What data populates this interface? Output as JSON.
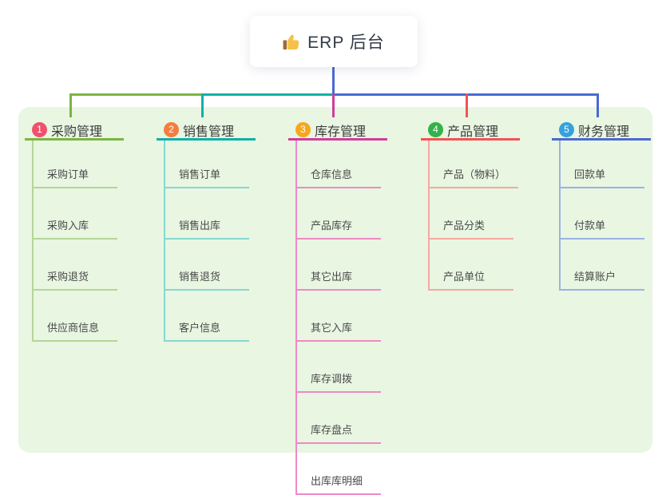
{
  "root": {
    "label": "ERP 后台",
    "icon": "thumbs-up-icon"
  },
  "branches": [
    {
      "badge": "1",
      "label": "采购管理",
      "badge_color": "#f0506e",
      "line_color": "#7cb442",
      "light_color": "#b4d698",
      "children": [
        "采购订单",
        "采购入库",
        "采购退货",
        "供应商信息"
      ]
    },
    {
      "badge": "2",
      "label": "销售管理",
      "badge_color": "#f57d3e",
      "line_color": "#10b0a8",
      "light_color": "#86d8d0",
      "children": [
        "销售订单",
        "销售出库",
        "销售退货",
        "客户信息"
      ]
    },
    {
      "badge": "3",
      "label": "库存管理",
      "badge_color": "#f6a71f",
      "line_color": "#d13c9d",
      "light_color": "#ee8ac5",
      "children": [
        "仓库信息",
        "产品库存",
        "其它出库",
        "其它入库",
        "库存调拨",
        "库存盘点",
        "出库库明细"
      ]
    },
    {
      "badge": "4",
      "label": "产品管理",
      "badge_color": "#32b34a",
      "line_color": "#f15355",
      "light_color": "#f7a7a1",
      "children": [
        "产品（物料）",
        "产品分类",
        "产品单位"
      ]
    },
    {
      "badge": "5",
      "label": "财务管理",
      "badge_color": "#36a2dc",
      "line_color": "#4a6ad2",
      "light_color": "#9cb2e3",
      "children": [
        "回款单",
        "付款单",
        "结算账户"
      ]
    }
  ],
  "colors": {
    "trunk": "#4a6ad2",
    "panel_background": "#e8f6e2",
    "root_card_background": "#ffffff",
    "thumb_hand": "#f6c14a",
    "thumb_cuff": "#a56a32"
  }
}
